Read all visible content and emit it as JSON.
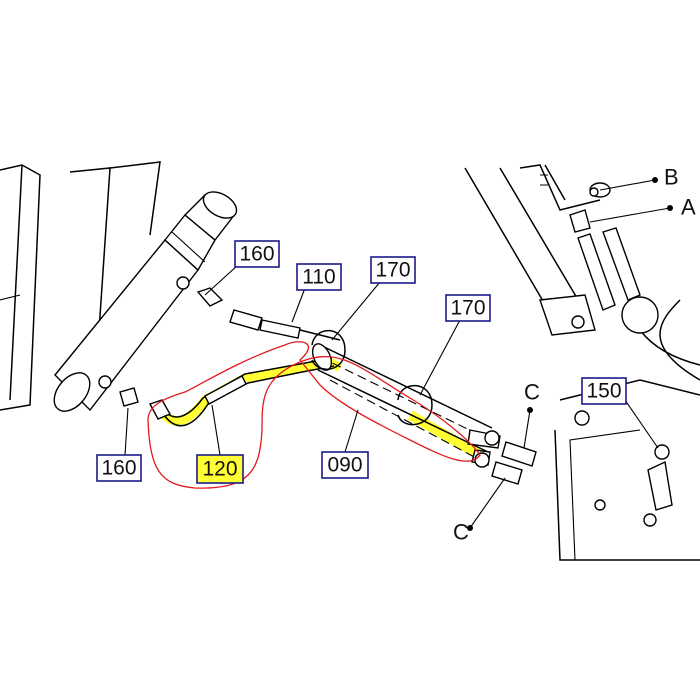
{
  "callouts": {
    "c160_top": "160",
    "c110": "110",
    "c170_left": "170",
    "c170_right": "170",
    "c160_bottom": "160",
    "c120": "120",
    "c090": "090",
    "c150": "150"
  },
  "letters": {
    "b": "B",
    "a": "A",
    "c_upper": "C",
    "c_lower": "C"
  },
  "colors": {
    "highlight": "#ffff33",
    "outline": "#e31a1c",
    "callout_border": "#1a1a8a"
  }
}
